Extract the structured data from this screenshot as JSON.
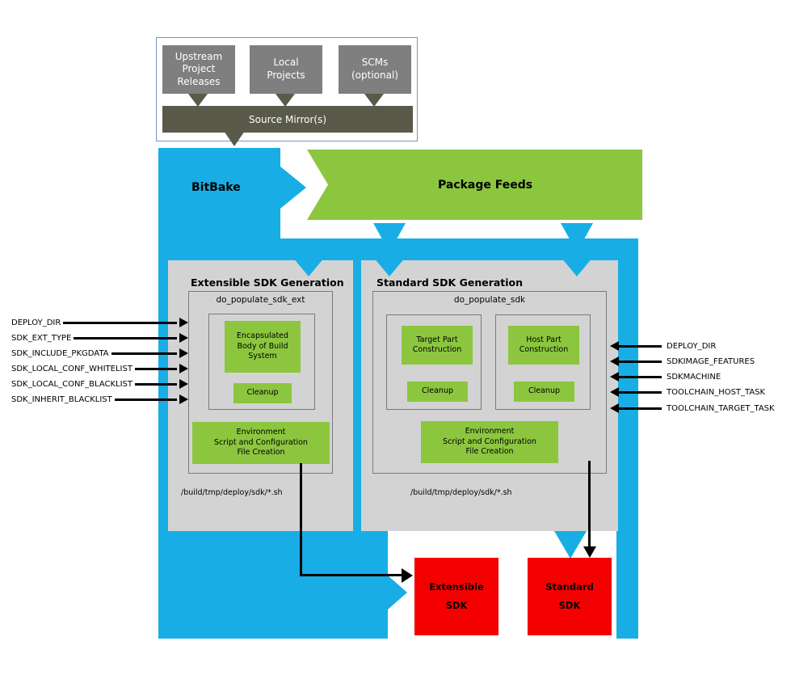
{
  "colors": {
    "bitbake_blue": "#18AEE5",
    "feeds_green": "#8CC63F",
    "panel_gray": "#D3D3D3",
    "source_gray": "#7F7F7F",
    "mirror_olive": "#5A5A4A",
    "sdk_red": "#F40000"
  },
  "bitbake_label": "BitBake",
  "package_feeds_label": "Package Feeds",
  "upstream": {
    "sources": [
      "Upstream\nProject\nReleases",
      "Local\nProjects",
      "SCMs\n(optional)"
    ],
    "mirror_label": "Source Mirror(s)"
  },
  "extensible": {
    "title": "Extensible SDK Generation",
    "box_title": "do_populate_sdk_ext",
    "body_label": "Encapsulated\nBody of Build\nSystem",
    "cleanup_label": "Cleanup",
    "env_label": "Environment\nScript and Configuration\nFile Creation",
    "output_path": "/build/tmp/deploy/sdk/*.sh"
  },
  "standard": {
    "title": "Standard SDK Generation",
    "box_title": "do_populate_sdk",
    "target_label": "Target Part\nConstruction",
    "host_label": "Host Part\nConstruction",
    "cleanup_left_label": "Cleanup",
    "cleanup_right_label": "Cleanup",
    "env_label": "Environment\nScript and Configuration\nFile Creation",
    "output_path": "/build/tmp/deploy/sdk/*.sh"
  },
  "left_variables": [
    "DEPLOY_DIR",
    "SDK_EXT_TYPE",
    "SDK_INCLUDE_PKGDATA",
    "SDK_LOCAL_CONF_WHITELIST",
    "SDK_LOCAL_CONF_BLACKLIST",
    "SDK_INHERIT_BLACKLIST"
  ],
  "right_variables": [
    "DEPLOY_DIR",
    "SDKIMAGE_FEATURES",
    "SDKMACHINE",
    "TOOLCHAIN_HOST_TASK",
    "TOOLCHAIN_TARGET_TASK"
  ],
  "outputs": {
    "extensible_sdk": "Extensible\nSDK",
    "standard_sdk": "Standard\nSDK"
  }
}
